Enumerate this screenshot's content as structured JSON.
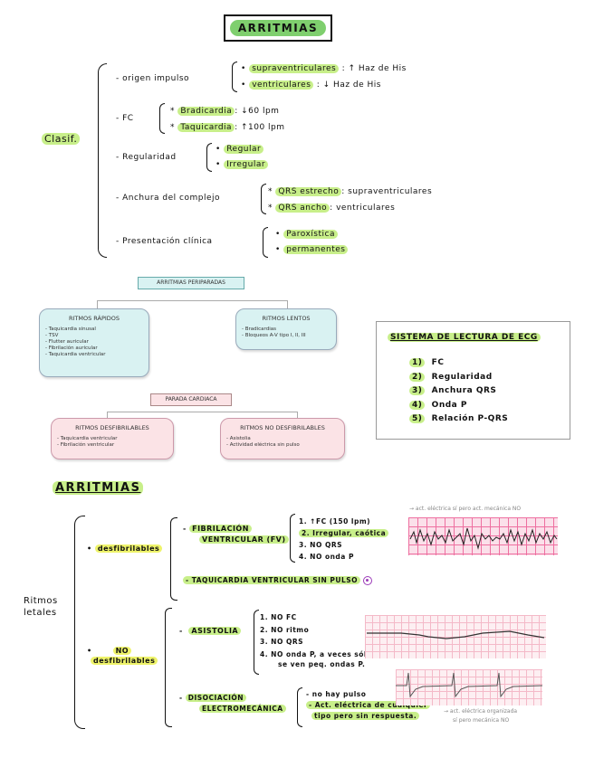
{
  "title": "ARRITMIAS",
  "clasificacion": {
    "label": "Clasif.",
    "groups": [
      {
        "label": "- origen impulso",
        "items": [
          {
            "bullet": "•",
            "term": "supraventriculares",
            "desc": ": ↑ Haz de His"
          },
          {
            "bullet": "•",
            "term": "ventriculares",
            "desc": ": ↓ Haz de His"
          }
        ]
      },
      {
        "label": "- FC",
        "items": [
          {
            "bullet": "*",
            "term": "Bradicardia",
            "desc": ": ↓60 lpm"
          },
          {
            "bullet": "*",
            "term": "Taquicardia",
            "desc": ": ↑100 lpm"
          }
        ]
      },
      {
        "label": "- Regularidad",
        "items": [
          {
            "bullet": "•",
            "term": "Regular",
            "desc": ""
          },
          {
            "bullet": "•",
            "term": "Irregular",
            "desc": ""
          }
        ]
      },
      {
        "label": "- Anchura del complejo",
        "items": [
          {
            "bullet": "*",
            "term": "QRS estrecho",
            "desc": ": supraventriculares"
          },
          {
            "bullet": "*",
            "term": "QRS ancho",
            "desc": ": ventriculares"
          }
        ]
      },
      {
        "label": "- Presentación clínica",
        "items": [
          {
            "bullet": "•",
            "term": "Paroxística",
            "desc": ""
          },
          {
            "bullet": "•",
            "term": "permanentes",
            "desc": ""
          }
        ]
      }
    ]
  },
  "diagram1": {
    "root": "ARRITMIAS PERIPARADAS",
    "left": {
      "title": "RITMOS RÁPIDOS",
      "items": [
        "- Taquicardia sinusal",
        "- TSV",
        "- Flutter auricular",
        "- Fibrilación auricular",
        "- Taquicardia ventricular"
      ]
    },
    "right": {
      "title": "RITMOS LENTOS",
      "items": [
        "- Bradicardias",
        "- Bloqueos A-V tipo I, II, III"
      ]
    }
  },
  "diagram2": {
    "root": "PARADA CARDIACA",
    "left": {
      "title": "RITMOS DESFIBRILABLES",
      "items": [
        "- Taquicardia ventricular",
        "- Fibrilación ventricular"
      ]
    },
    "right": {
      "title": "RITMOS NO DESFIBRILABLES",
      "items": [
        "- Asistolia",
        "- Actividad eléctrica sin pulso"
      ]
    }
  },
  "eco": {
    "title": "SISTEMA DE LECTURA DE ECG",
    "items": [
      {
        "num": "1)",
        "text": "FC"
      },
      {
        "num": "2)",
        "text": "Regularidad"
      },
      {
        "num": "3)",
        "text": "Anchura QRS"
      },
      {
        "num": "4)",
        "text": "Onda P"
      },
      {
        "num": "5)",
        "text": "Relación P-QRS"
      }
    ]
  },
  "arritmias2": {
    "title": "ARRITMIAS",
    "root": [
      "Ritmos",
      "letales"
    ],
    "desfibrilables": {
      "label": "desfibrilables",
      "fv": {
        "label1": "FIBRILACIÓN",
        "label2": "VENTRICULAR (FV)",
        "items": [
          "1. ↑FC (150 lpm)",
          "2. Irregular, caótica",
          "3. NO QRS",
          "4. NO onda P"
        ],
        "ecg_note": "→ act. eléctrica sí pero act. mecánica NO"
      },
      "tvsp": {
        "label": "- TAQUICARDIA VENTRICULAR SIN PULSO",
        "icon": "target-circle-icon"
      }
    },
    "no_desfibrilables": {
      "label1": "NO",
      "label2": "desfibrilables",
      "asistolia": {
        "label": "ASISTOLIA",
        "items": [
          "1. NO FC",
          "2. NO ritmo",
          "3. NO QRS",
          "4. NO onda P, a veces sólo",
          "se ven peq. ondas P."
        ]
      },
      "disociacion": {
        "label1": "DISOCIACIÓN",
        "label2": "ELECTROMECÁNICA",
        "items": [
          "- no hay pulso",
          "- Act. eléctrica de cualquier",
          "tipo pero sin respuesta."
        ],
        "note1": "→ act. eléctrica organizada",
        "note2": "sí pero mecánica NO"
      }
    }
  }
}
